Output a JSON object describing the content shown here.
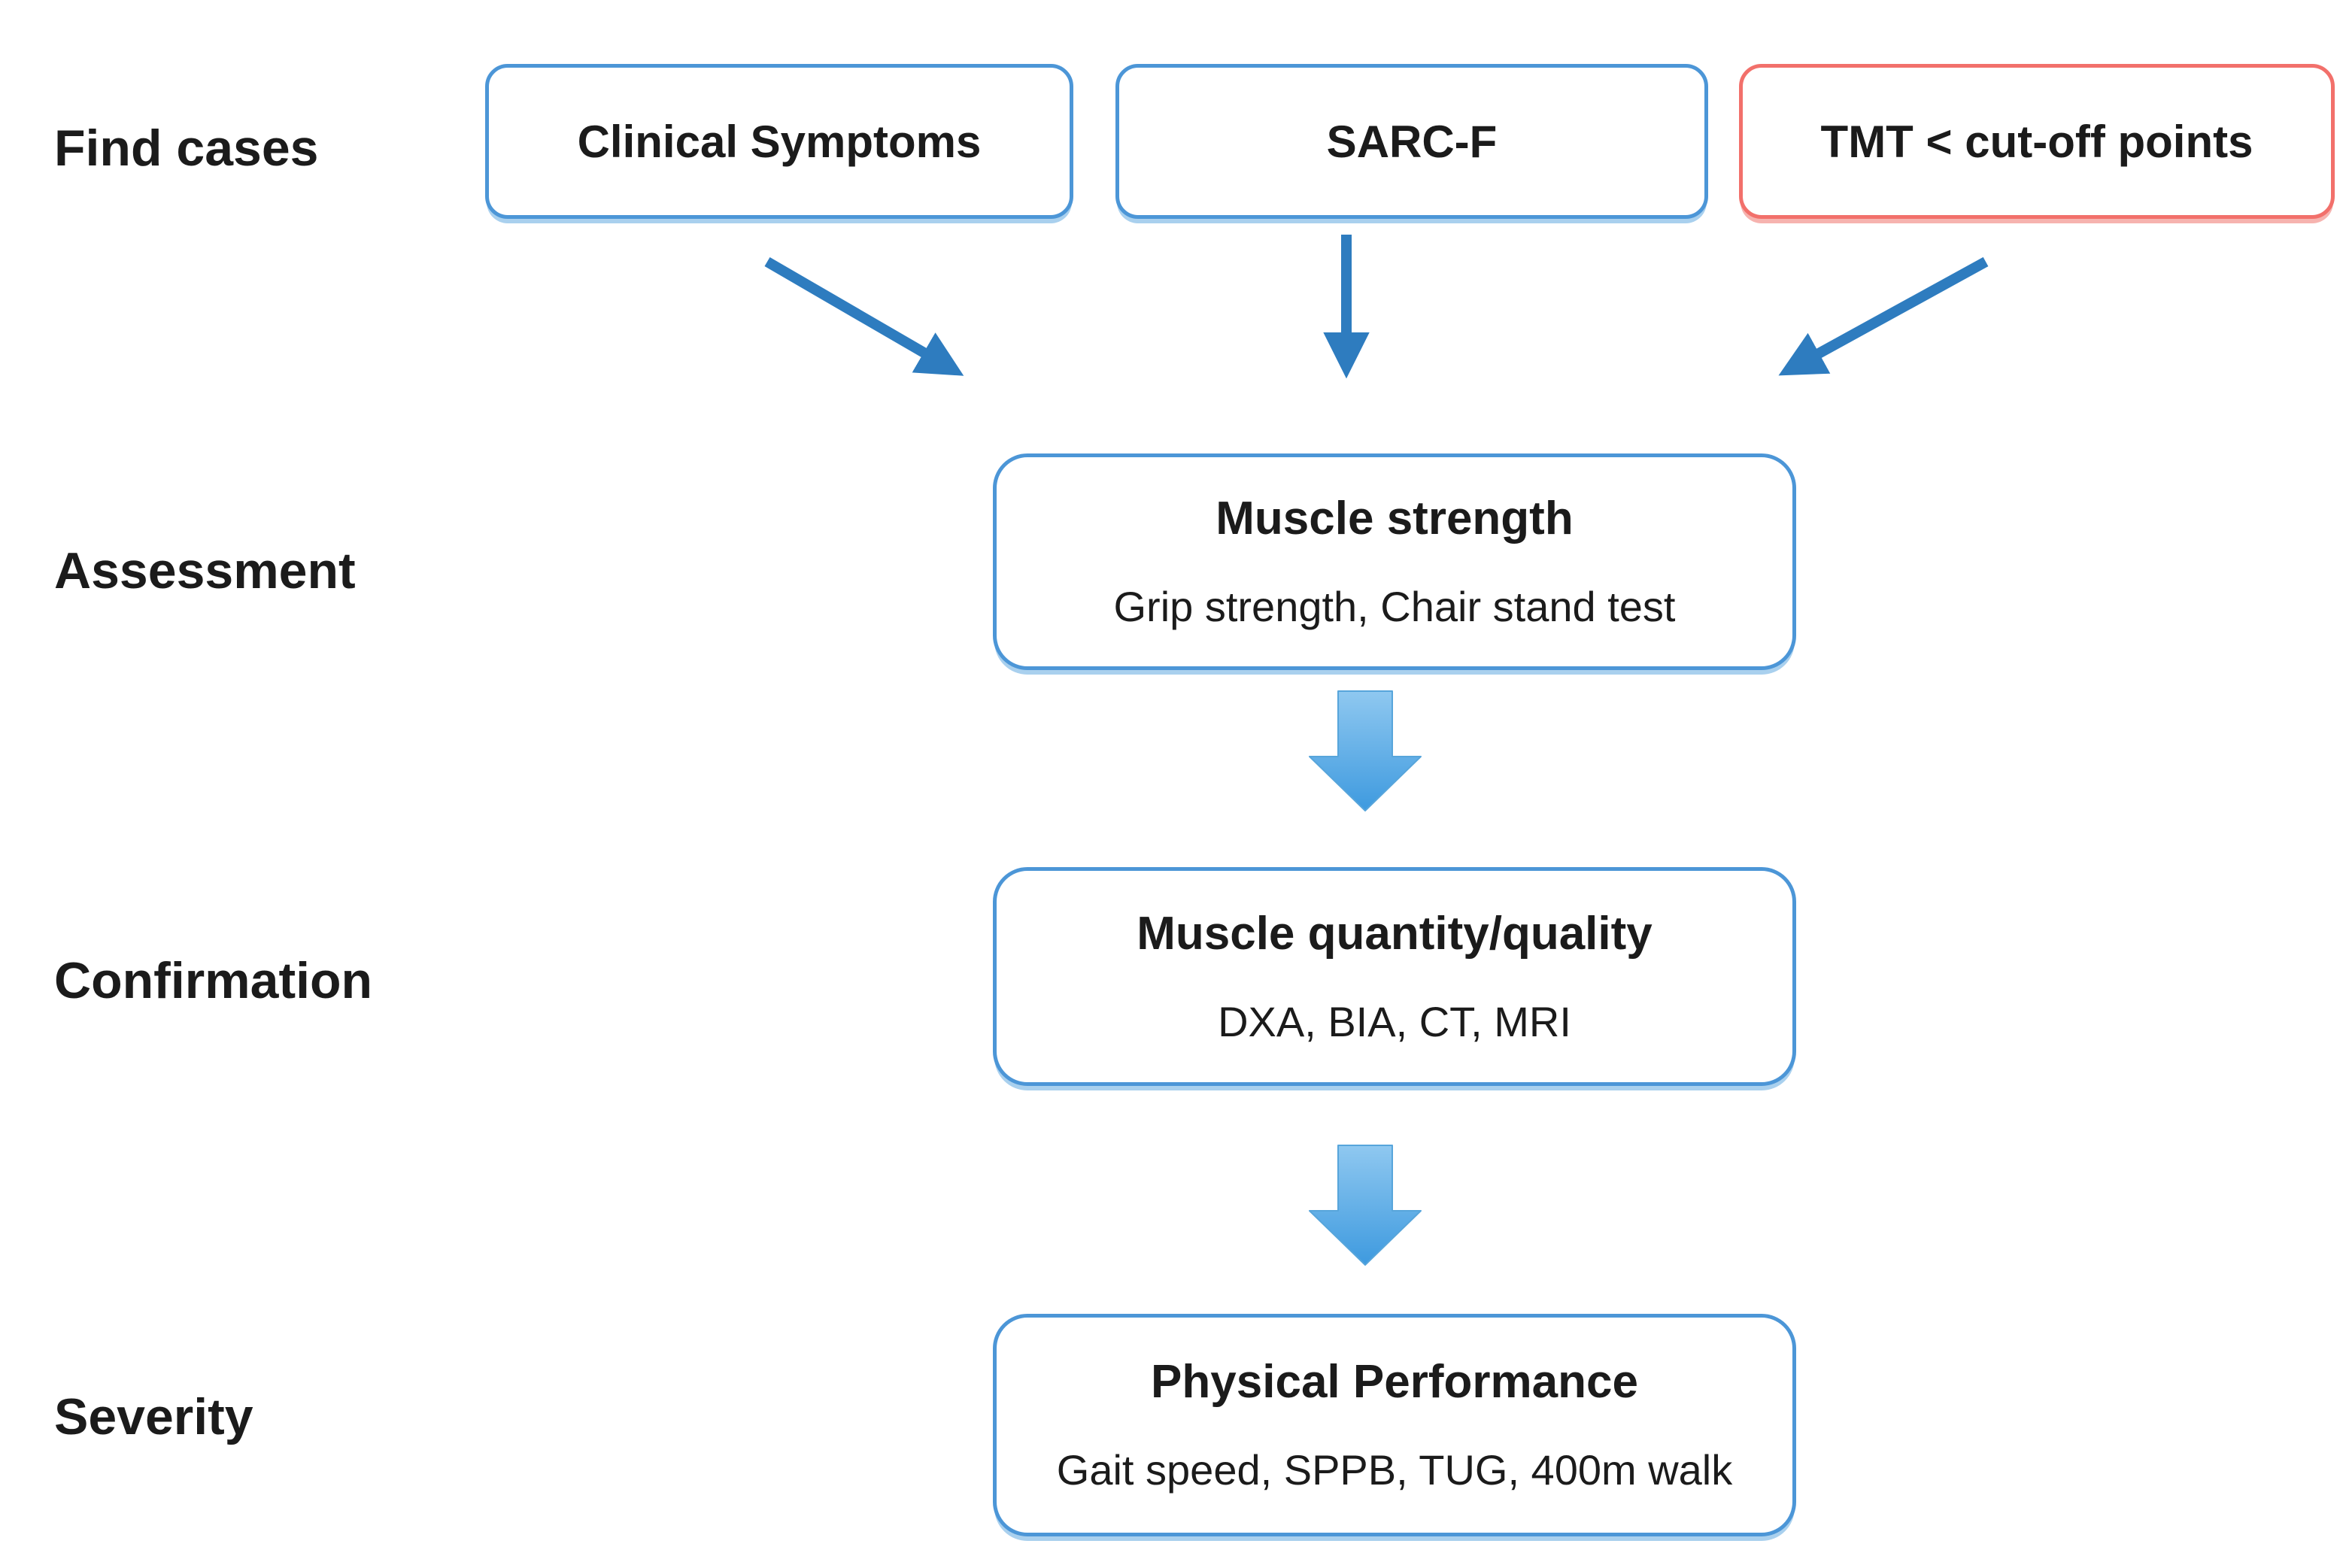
{
  "diagram": {
    "type": "flowchart",
    "stage_labels": [
      {
        "id": "find-cases",
        "label": "Find cases"
      },
      {
        "id": "assessment",
        "label": "Assessment"
      },
      {
        "id": "confirmation",
        "label": "Confirmation"
      },
      {
        "id": "severity",
        "label": "Severity"
      }
    ],
    "top_boxes": [
      {
        "id": "clinical-symptoms",
        "label": "Clinical Symptoms",
        "border": "blue"
      },
      {
        "id": "sarc-f",
        "label": "SARC-F",
        "border": "blue"
      },
      {
        "id": "tmt",
        "label": "TMT < cut-off points",
        "border": "red"
      }
    ],
    "flow_boxes": [
      {
        "id": "muscle-strength",
        "title": "Muscle strength",
        "subtitle": "Grip strength, Chair stand test"
      },
      {
        "id": "muscle-quantity",
        "title": "Muscle quantity/quality",
        "subtitle": "DXA, BIA, CT, MRI"
      },
      {
        "id": "physical-performance",
        "title": "Physical Performance",
        "subtitle": "Gait speed, SPPB, TUG, 400m walk"
      }
    ],
    "connections": [
      {
        "from": "clinical-symptoms",
        "to": "muscle-strength",
        "style": "thin-diagonal-arrow"
      },
      {
        "from": "sarc-f",
        "to": "muscle-strength",
        "style": "thin-vertical-arrow"
      },
      {
        "from": "tmt",
        "to": "muscle-strength",
        "style": "thin-diagonal-arrow"
      },
      {
        "from": "muscle-strength",
        "to": "muscle-quantity",
        "style": "block-down-arrow"
      },
      {
        "from": "muscle-quantity",
        "to": "physical-performance",
        "style": "block-down-arrow"
      }
    ],
    "colors": {
      "text": "#1b1b1b",
      "blue_border": "#4C96D7",
      "red_border": "#F2706B",
      "arrow": "#2E7CBF",
      "block_arrow_light": "#8FC8F0",
      "block_arrow_dark": "#3E9ADF"
    }
  }
}
